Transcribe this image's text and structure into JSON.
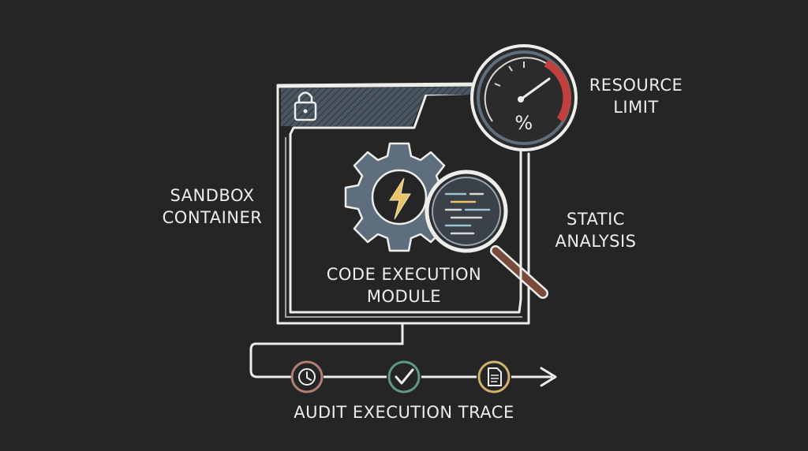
{
  "labels": {
    "sandbox": {
      "line1": "SANDBOX",
      "line2": "CONTAINER"
    },
    "resource": {
      "line1": "RESOURCE",
      "line2": "LIMIT"
    },
    "static": {
      "line1": "STATIC",
      "line2": "ANALYSIS"
    },
    "module": {
      "line1": "CODE EXECUTION",
      "line2": "MODULE"
    },
    "audit": "AUDIT EXECUTION TRACE",
    "gauge_symbol": "%"
  },
  "colors": {
    "background": "#252525",
    "chalk": "#ededeb",
    "steel": "#5f6e7c",
    "lightning": "#e9c46a",
    "gauge_red": "#c1403d",
    "handle_brown": "#7a4a3c",
    "clock_ring": "#b37f71",
    "check_ring": "#5f9a86",
    "doc_ring": "#cfb26d"
  },
  "icons": [
    "lock-icon",
    "gauge-icon",
    "gear-icon",
    "lightning-icon",
    "magnifier-icon",
    "clock-icon",
    "check-icon",
    "document-icon",
    "arrow-right-icon"
  ]
}
